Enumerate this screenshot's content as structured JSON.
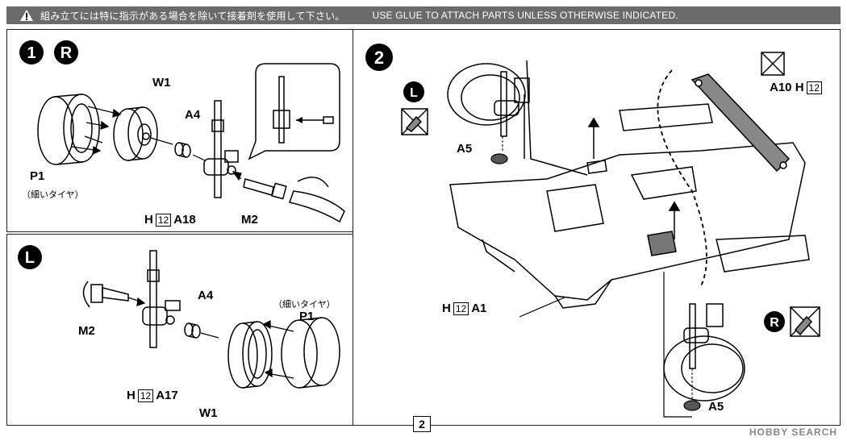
{
  "header": {
    "jp_text": "組み立てには特に指示がある場合を除いて接着剤を使用して下さい。",
    "en_text": "USE GLUE TO ATTACH PARTS UNLESS OTHERWISE INDICATED."
  },
  "step1": {
    "number": "1",
    "side": "R",
    "labels": {
      "w1": "W1",
      "a4": "A4",
      "p1": "P1",
      "p1_note": "（細いタイヤ）",
      "h": "H",
      "h_num": "12",
      "a18": "A18",
      "m2": "M2"
    }
  },
  "step_l": {
    "side": "L",
    "labels": {
      "m2": "M2",
      "a4": "A4",
      "p1_note": "（細いタイヤ）",
      "p1": "P1",
      "h": "H",
      "h_num": "12",
      "a17": "A17",
      "w1": "W1"
    }
  },
  "step2": {
    "number": "2",
    "labels": {
      "l": "L",
      "r": "R",
      "a5_top": "A5",
      "a5_bottom": "A5",
      "a10": "A10",
      "h_a10": "H",
      "h_a10_num": "12",
      "h": "H",
      "h_num": "12",
      "a1": "A1"
    }
  },
  "page_number": "2",
  "watermark": "HOBBY SEARCH"
}
